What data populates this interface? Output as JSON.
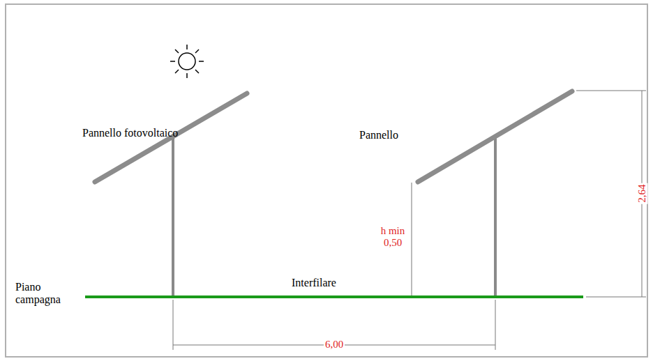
{
  "diagram": {
    "labels": [
      "Pannello fotovoltaico",
      "Pannello",
      "h min 0,50",
      "2,64",
      "Piano campagna",
      "Interfilare",
      "6,00"
    ]
  }
}
